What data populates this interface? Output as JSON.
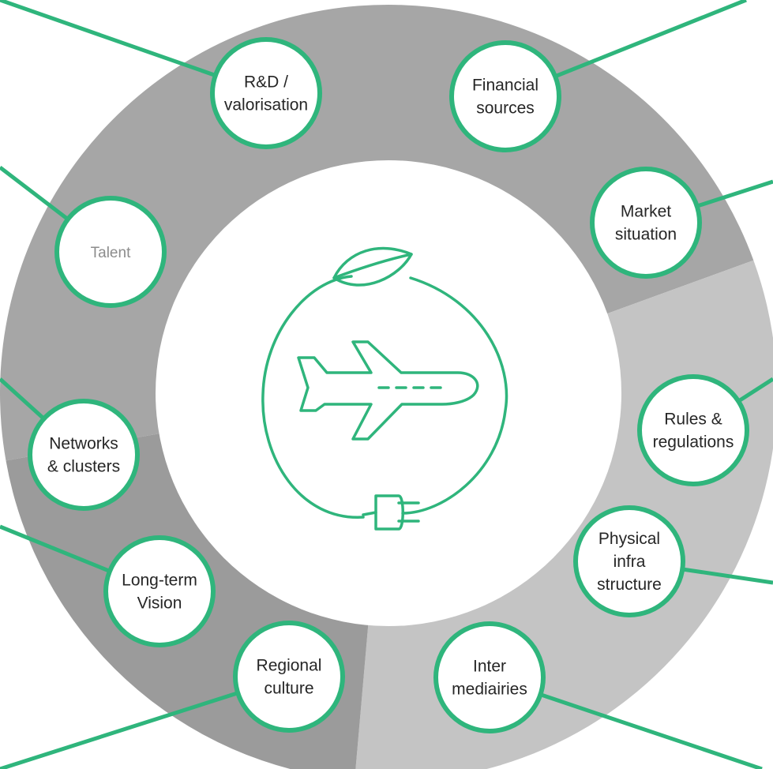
{
  "colors": {
    "accent": "#2fb57c",
    "ring_dark": "#a6a6a6",
    "ring_mid": "#9b9b9b",
    "ring_light": "#c4c4c4",
    "node_fill": "#ffffff",
    "label_text": "#262626",
    "label_muted": "#8c8c8c"
  },
  "center": {
    "icon": "airplane-in-circular-arrow-with-leaf-and-plug-icon"
  },
  "nodes": [
    {
      "id": "rd-valorisation",
      "lines": [
        "R&D /",
        "valorisation"
      ],
      "muted": false
    },
    {
      "id": "financial-sources",
      "lines": [
        "Financial",
        "sources"
      ],
      "muted": false
    },
    {
      "id": "talent",
      "lines": [
        "Talent"
      ],
      "muted": true
    },
    {
      "id": "market-situation",
      "lines": [
        "Market",
        "situation"
      ],
      "muted": false
    },
    {
      "id": "rules-regulations",
      "lines": [
        "Rules &",
        "regulations"
      ],
      "muted": false
    },
    {
      "id": "networks-clusters",
      "lines": [
        "Networks",
        "&  clusters"
      ],
      "muted": false
    },
    {
      "id": "physical-infrastructure",
      "lines": [
        "Physical",
        "infra",
        "structure"
      ],
      "muted": false
    },
    {
      "id": "long-term-vision",
      "lines": [
        "Long-term",
        "Vision"
      ],
      "muted": false
    },
    {
      "id": "regional-culture",
      "lines": [
        "Regional",
        "culture"
      ],
      "muted": false
    },
    {
      "id": "intermediairies",
      "lines": [
        "Inter",
        "mediairies"
      ],
      "muted": false
    }
  ]
}
